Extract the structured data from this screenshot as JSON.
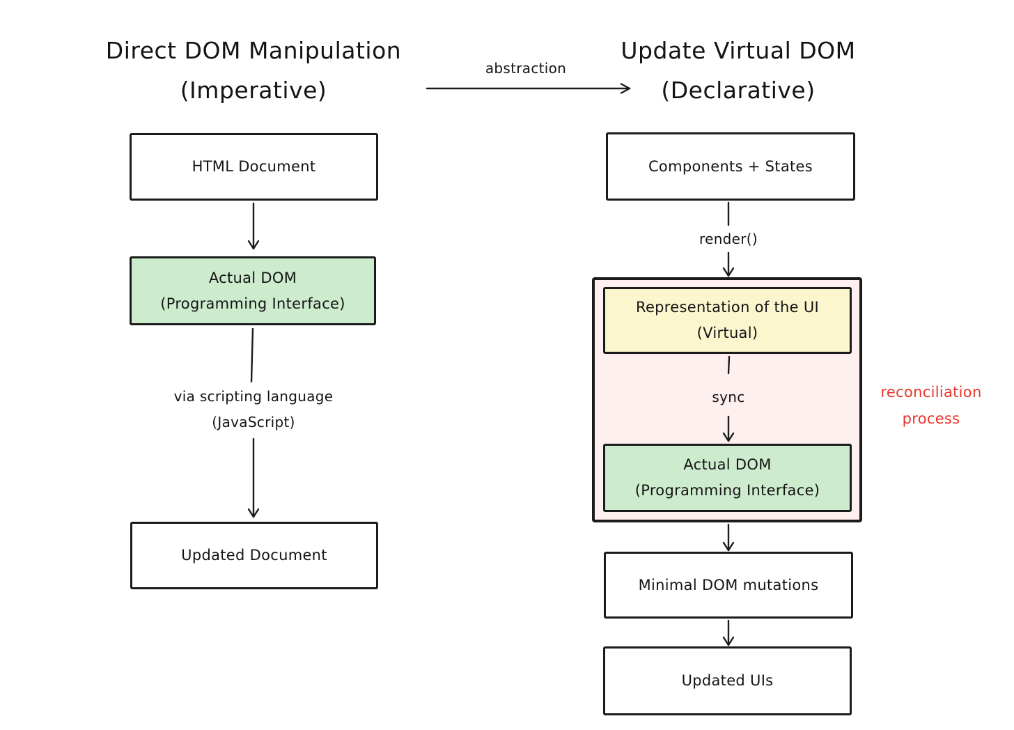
{
  "colors": {
    "stroke": "#1b1b1b",
    "green_fill": "#cdebcd",
    "yellow_fill": "#fbf6ce",
    "pink_fill": "#fdf0ef",
    "red_text": "#e8352b",
    "background": "#ffffff"
  },
  "left_flow": {
    "title_line1": "Direct DOM Manipulation",
    "title_line2": "(Imperative)",
    "html_document_label": "HTML Document",
    "actual_dom_label_line1": "Actual DOM",
    "actual_dom_label_line2": "(Programming Interface)",
    "via_label_line1": "via scripting language",
    "via_label_line2": "(JavaScript)",
    "updated_document_label": "Updated Document"
  },
  "abstraction_arrow": {
    "label": "abstraction"
  },
  "right_flow": {
    "title_line1": "Update Virtual DOM",
    "title_line2": "(Declarative)",
    "components_states_label": "Components + States",
    "render_label": "render()",
    "virtual_box_label_line1": "Representation of the UI",
    "virtual_box_label_line2": "(Virtual)",
    "sync_label": "sync",
    "actual_dom_label_line1": "Actual DOM",
    "actual_dom_label_line2": "(Programming Interface)",
    "reconciliation_label_line1": "reconciliation",
    "reconciliation_label_line2": "process",
    "minimal_mutations_label": "Minimal DOM mutations",
    "updated_uis_label": "Updated UIs"
  }
}
